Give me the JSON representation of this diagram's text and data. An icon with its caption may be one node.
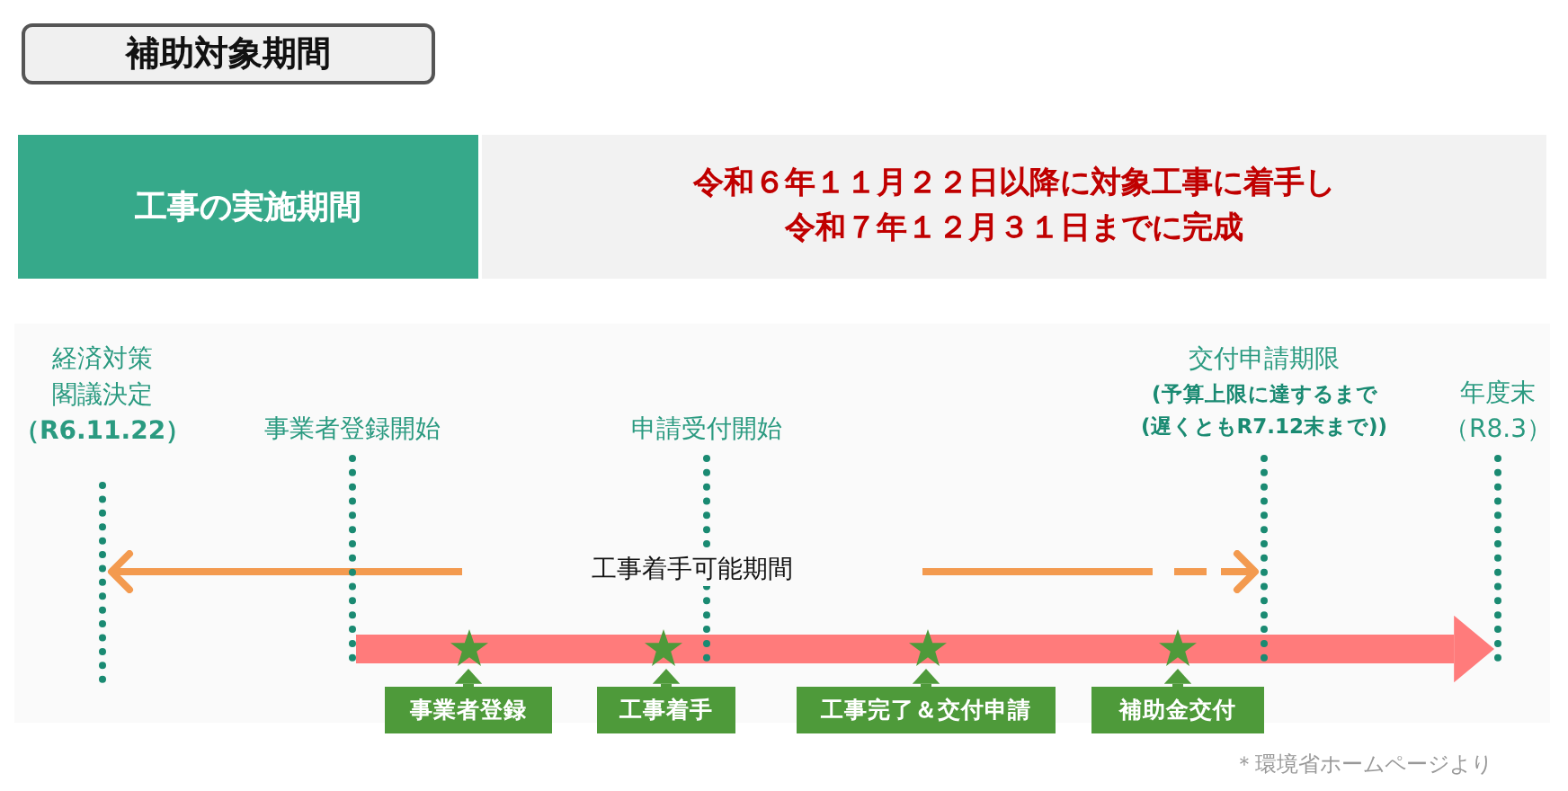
{
  "diagram": {
    "nodes": [
      {
        "text": [
          "補助対象期間"
        ]
      },
      {
        "text": [
          "工事の実施期間"
        ]
      },
      {
        "text": [
          "令和６年１１月２２日以降に対象工事に着手し令和７年１２月３１日までに完成"
        ]
      },
      {
        "text": [],
        "shape": "line",
        "beside": [
          "経済対策閣議決定",
          "（R6.11.22）"
        ]
      },
      {
        "text": [],
        "shape": "line",
        "beside": [
          "事業者登録開始"
        ]
      },
      {
        "text": [],
        "shape": "line",
        "beside": [
          "申請受付開始"
        ]
      },
      {
        "text": [],
        "shape": "line",
        "beside": [
          "交付申請期限",
          "(予算上限に達するまで",
          "(遅くともR7.12末まで))"
        ]
      },
      {
        "text": [],
        "shape": "line",
        "beside": [
          "年度末",
          "（R8.3）"
        ]
      },
      {
        "text": [],
        "shape": "star"
      },
      {
        "text": [],
        "shape": "star"
      },
      {
        "text": [],
        "shape": "star"
      },
      {
        "text": [],
        "shape": "star"
      },
      {
        "text": [
          "事業者登録"
        ]
      },
      {
        "text": [
          "工事着手"
        ]
      },
      {
        "text": [
          "工事完了＆交付申請"
        ]
      },
      {
        "text": [
          "補助金交付"
        ]
      }
    ],
    "edges": [
      {
        "from": null,
        "to": 3,
        "arrow": "to",
        "color": "#f39a4f"
      },
      {
        "from": null,
        "to": 6,
        "arrow": "to",
        "style": "dashed",
        "color": "#f39a4f"
      },
      {
        "from": 4,
        "to": 7,
        "arrow": "to",
        "style": "thick",
        "color": "#ff7b7b"
      },
      {
        "from": 12,
        "to": 8,
        "arrow": "to",
        "color": "#4e9a3a"
      },
      {
        "from": 13,
        "to": 9,
        "arrow": "to",
        "color": "#4e9a3a"
      },
      {
        "from": 14,
        "to": 10,
        "arrow": "to",
        "color": "#4e9a3a"
      },
      {
        "from": 15,
        "to": 11,
        "arrow": "to",
        "color": "#4e9a3a"
      }
    ],
    "labels": [
      "工事着手可能期間",
      "＊環境省ホームページより"
    ]
  }
}
